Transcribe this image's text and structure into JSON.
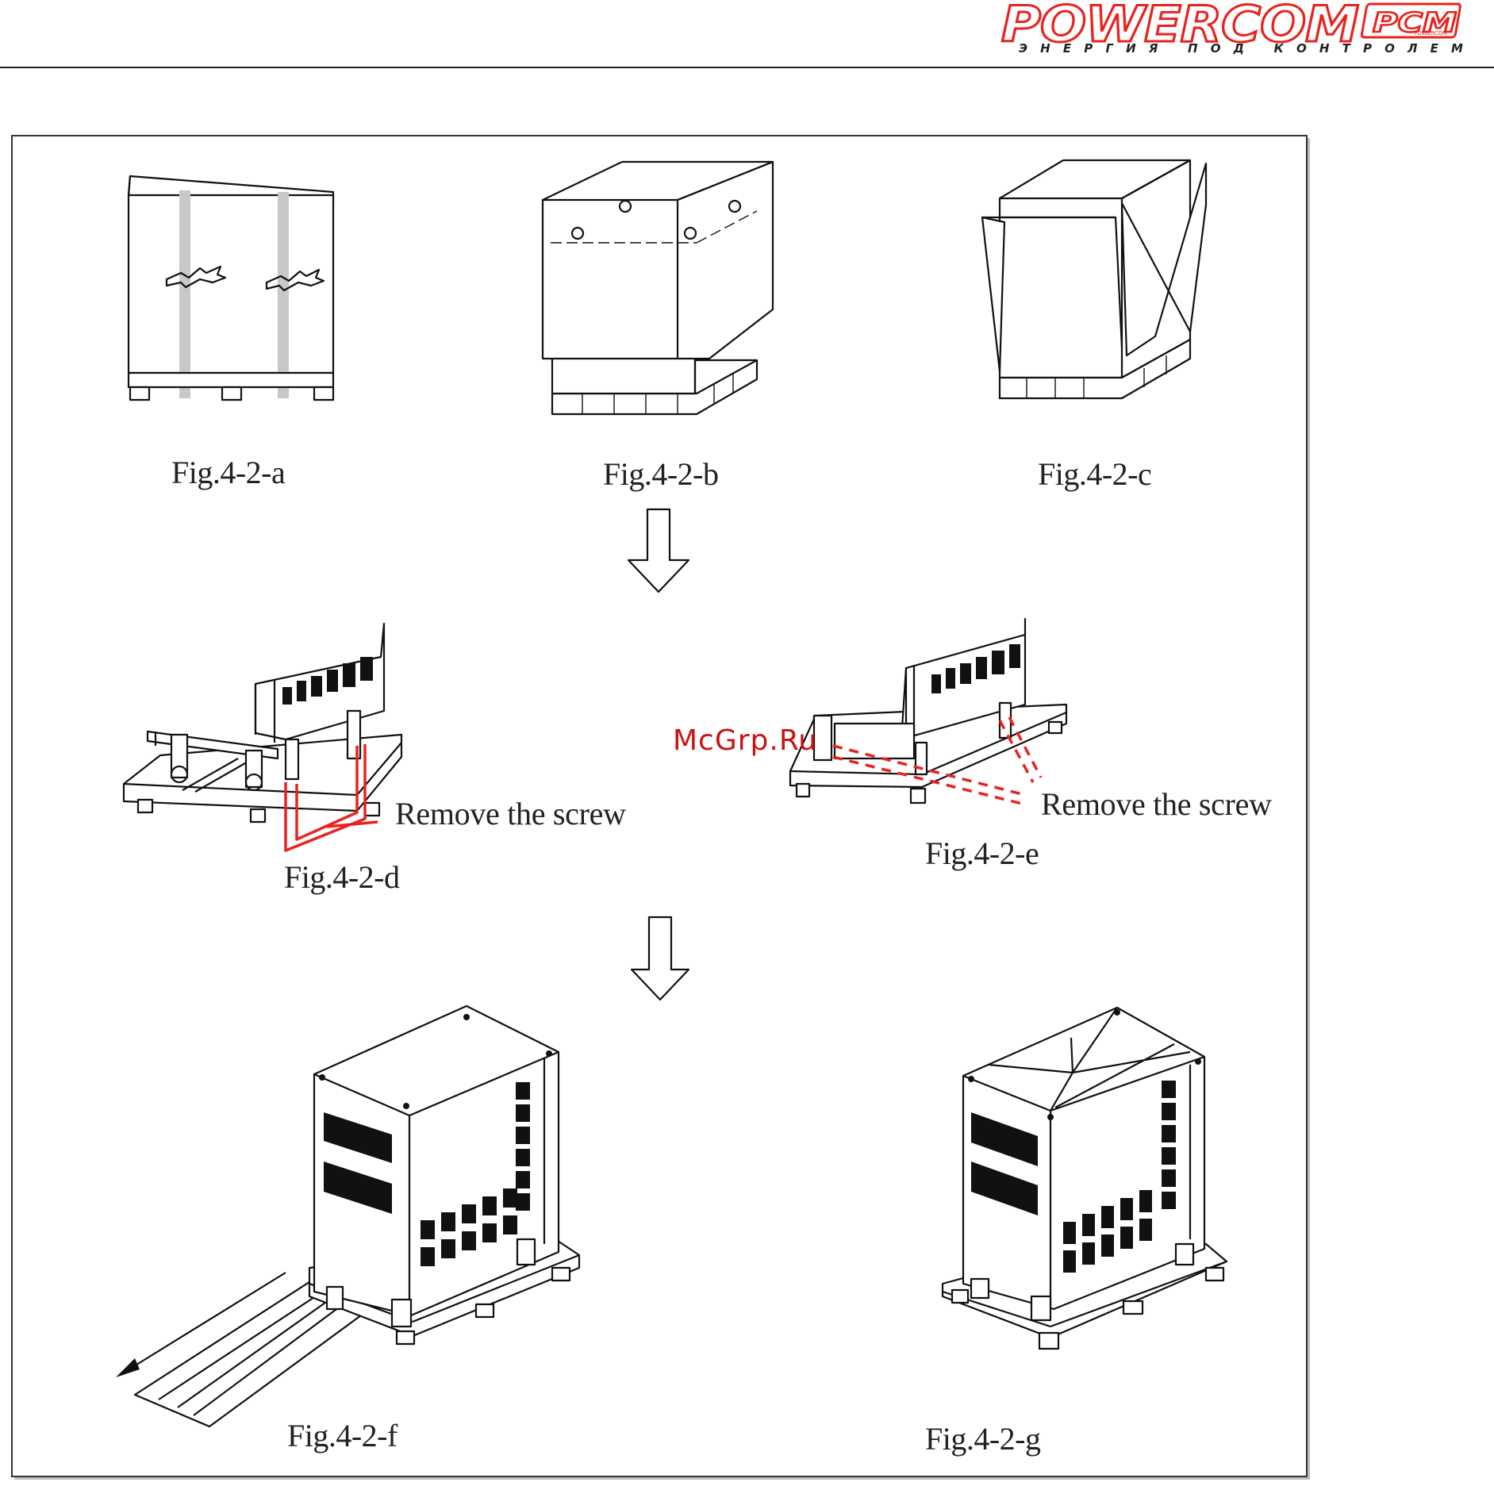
{
  "header": {
    "brand": "POWERCOM",
    "badge": "PCM",
    "badge_small": "POWERCOM",
    "tagline": "ЭНЕРГИЯ ПОД КОНТРОЛЕМ",
    "brand_color": "#e8231f"
  },
  "watermark": "McGrp.Ru",
  "figures": {
    "a": "Fig.4-2-a",
    "b": "Fig.4-2-b",
    "c": "Fig.4-2-c",
    "d": "Fig.4-2-d",
    "e": "Fig.4-2-e",
    "f": "Fig.4-2-f",
    "g": "Fig.4-2-g"
  },
  "notes": {
    "d": "Remove the screw",
    "e": "Remove the screw"
  },
  "icons": [
    "down-arrow-icon",
    "down-arrow-icon",
    "left-arrow-icon"
  ],
  "colors": {
    "annotation": "#e8231f",
    "line": "#111111",
    "strap": "#c8c8c8"
  }
}
